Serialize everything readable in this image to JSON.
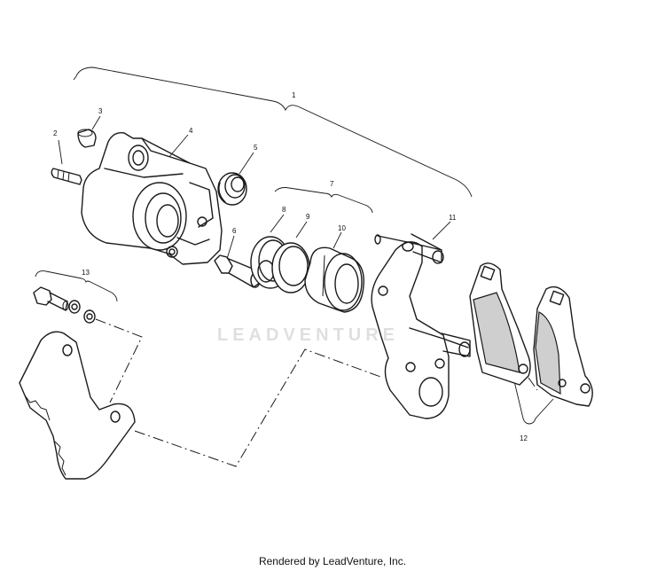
{
  "callouts": {
    "c1": "1",
    "c2": "2",
    "c3": "3",
    "c4": "4",
    "c5": "5",
    "c6": "6",
    "c7": "7",
    "c8": "8",
    "c9": "9",
    "c10": "10",
    "c11": "11",
    "c12": "12",
    "c13": "13"
  },
  "watermark": "LEADVENTURE",
  "footer": "Rendered by LeadVenture, Inc."
}
